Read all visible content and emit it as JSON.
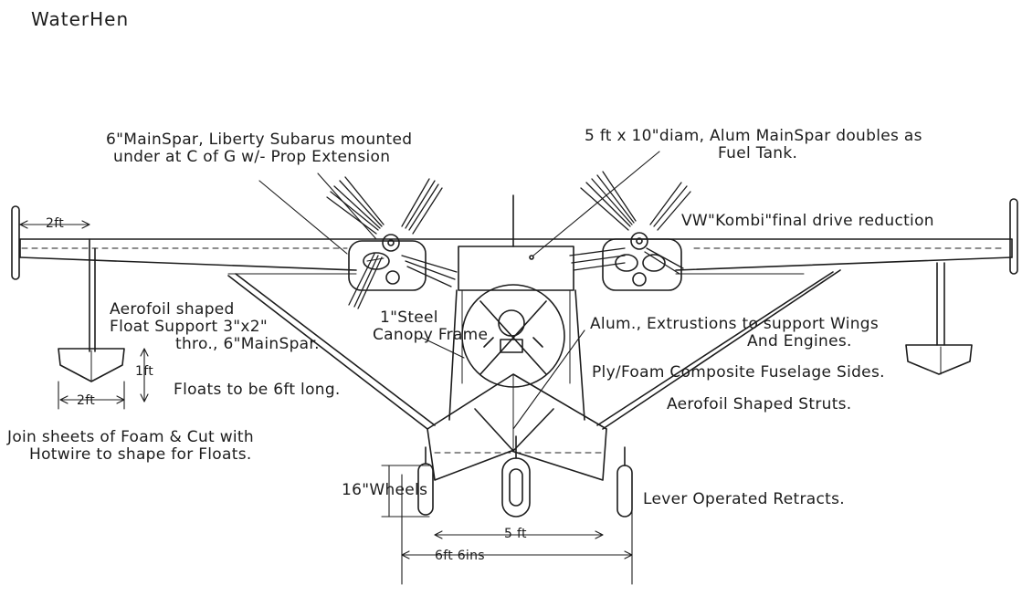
{
  "title": "WaterHen",
  "labels": {
    "main_spar_line1": "6\"MainSpar, Liberty Subarus mounted",
    "main_spar_line2": "under at C of G w/- Prop Extension",
    "fuel_tank_line1": "5 ft x 10\"diam, Alum MainSpar doubles as",
    "fuel_tank_line2": "Fuel Tank.",
    "final_drive": "VW\"Kombi\"final drive reduction",
    "dim_2ft_wing": "2ft",
    "aerofoil_float_line1": "Aerofoil shaped",
    "aerofoil_float_line2": "Float Support 3\"x2\"",
    "aerofoil_float_line3": "thro., 6\"MainSpar.",
    "float_length": "Floats to be 6ft long.",
    "dim_1ft": "1ft",
    "dim_2ft_float": "2ft",
    "steel_canopy_line1": "1\"Steel",
    "steel_canopy_line2": "Canopy Frame",
    "alum_extrusions_line1": "Alum., Extrustions to support Wings",
    "alum_extrusions_line2": "And Engines.",
    "fuselage_sides": "Ply/Foam Composite Fuselage Sides.",
    "struts": "Aerofoil Shaped Struts.",
    "foam_line1": "Join sheets of Foam & Cut with",
    "foam_line2": "Hotwire to shape for Floats.",
    "wheels": "16\"Wheels",
    "retracts": "Lever Operated Retracts.",
    "dim_5ft": "5 ft",
    "dim_6ft6ins": "6ft 6ins"
  },
  "colors": {
    "ink": "#1c1c1c",
    "paper": "#ffffff"
  }
}
